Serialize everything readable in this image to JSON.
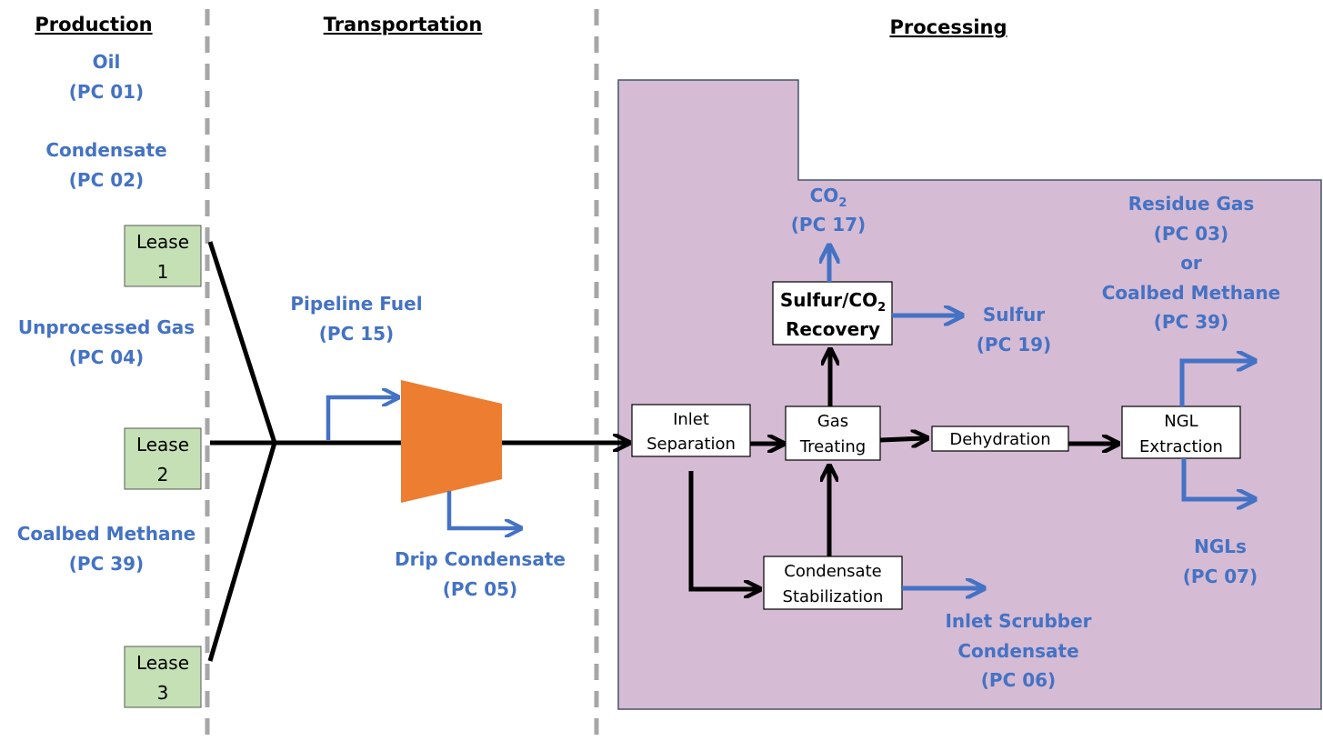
{
  "sections": {
    "production": "Production",
    "transportation": "Transportation",
    "processing": "Processing"
  },
  "production_products": [
    {
      "name": "Oil",
      "code": "(PC 01)"
    },
    {
      "name": "Condensate",
      "code": "(PC 02)"
    },
    {
      "name": "Unprocessed Gas",
      "code": "(PC 04)"
    },
    {
      "name": "Coalbed Methane",
      "code": "(PC 39)"
    }
  ],
  "leases": [
    {
      "line1": "Lease",
      "line2": "1"
    },
    {
      "line1": "Lease",
      "line2": "2"
    },
    {
      "line1": "Lease",
      "line2": "3"
    }
  ],
  "transportation_products": {
    "pipeline_fuel": {
      "name": "Pipeline Fuel",
      "code": "(PC 15)"
    },
    "drip_condensate": {
      "name": "Drip Condensate",
      "code": "(PC 05)"
    }
  },
  "process_boxes": {
    "inlet_separation": {
      "line1": "Inlet",
      "line2": "Separation"
    },
    "gas_treating": {
      "line1": "Gas",
      "line2": "Treating"
    },
    "sulfur_recovery": {
      "line1": "Sulfur/CO",
      "sub": "2",
      "line2": "Recovery"
    },
    "dehydration": {
      "line1": "Dehydration"
    },
    "ngl_extraction": {
      "line1": "NGL",
      "line2": "Extraction"
    },
    "condensate_stabilization": {
      "line1": "Condensate",
      "line2": "Stabilization"
    }
  },
  "processing_products": {
    "co2": {
      "name": "CO",
      "sub": "2",
      "code": "(PC 17)"
    },
    "sulfur": {
      "name": "Sulfur",
      "code": "(PC 19)"
    },
    "residue_gas": {
      "line1": "Residue Gas",
      "line2": "(PC 03)",
      "line3": "or",
      "line4": "Coalbed Methane",
      "line5": "(PC 39)"
    },
    "ngls": {
      "name": "NGLs",
      "code": "(PC 07)"
    },
    "inlet_scrubber": {
      "line1": "Inlet Scrubber",
      "line2": "Condensate",
      "line3": "(PC 06)"
    }
  },
  "colors": {
    "product_text": "#4472C4",
    "product_arrow": "#4472C4",
    "flow_arrow": "#000000",
    "processing_area": "#D5BBD4",
    "processing_border": "#44546A",
    "lease_fill": "#C5E0B4",
    "compressor": "#ED7D31",
    "divider": "#A6A6A6"
  }
}
